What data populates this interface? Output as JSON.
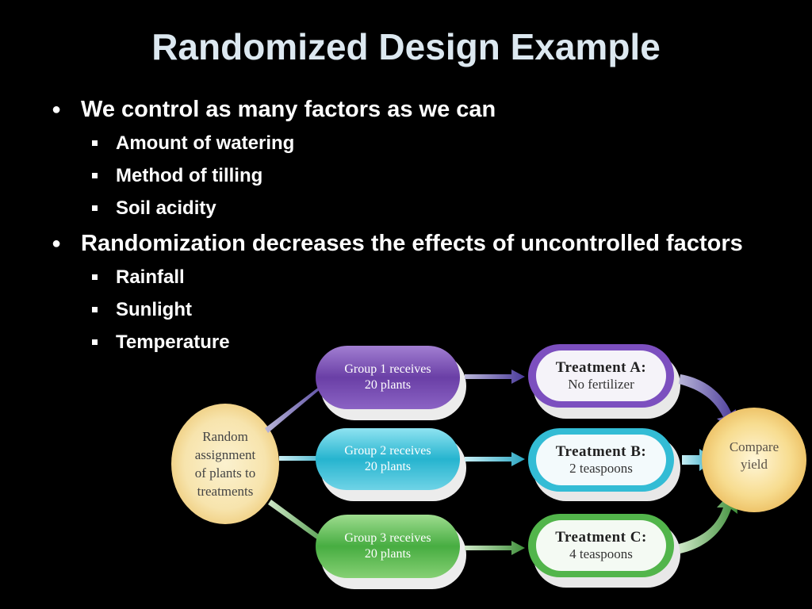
{
  "title": "Randomized Design Example",
  "bullets": [
    {
      "text": "We control as many factors as we can",
      "subitems": [
        "Amount of watering",
        "Method of tilling",
        "Soil acidity"
      ]
    },
    {
      "text": "Randomization decreases the effects of uncontrolled factors",
      "subitems": [
        "Rainfall",
        "Sunlight",
        "Temperature"
      ]
    }
  ],
  "diagram": {
    "random": {
      "lines": [
        "Random",
        "assignment",
        "of plants to",
        "treatments"
      ]
    },
    "groups": [
      {
        "lines": [
          "Group 1 receives",
          "20 plants"
        ],
        "color": "#6a3fa6"
      },
      {
        "lines": [
          "Group 2 receives",
          "20 plants"
        ],
        "color": "#2fb7cf"
      },
      {
        "lines": [
          "Group 3 receives",
          "20 plants"
        ],
        "color": "#4fb24a"
      }
    ],
    "treatments": [
      {
        "title": "Treatment A:",
        "sub": "No fertilizer",
        "color": "#6a3fa6"
      },
      {
        "title": "Treatment B:",
        "sub": "2 teaspoons",
        "color": "#2fb7cf"
      },
      {
        "title": "Treatment C:",
        "sub": "4 teaspoons",
        "color": "#4fb24a"
      }
    ],
    "compare": {
      "lines": [
        "Compare",
        "yield"
      ]
    },
    "colors": {
      "background": "#000000",
      "title": "#dce8f0",
      "random_fill": "#f7e2a6",
      "compare_fill": "#f6dc8f"
    }
  }
}
